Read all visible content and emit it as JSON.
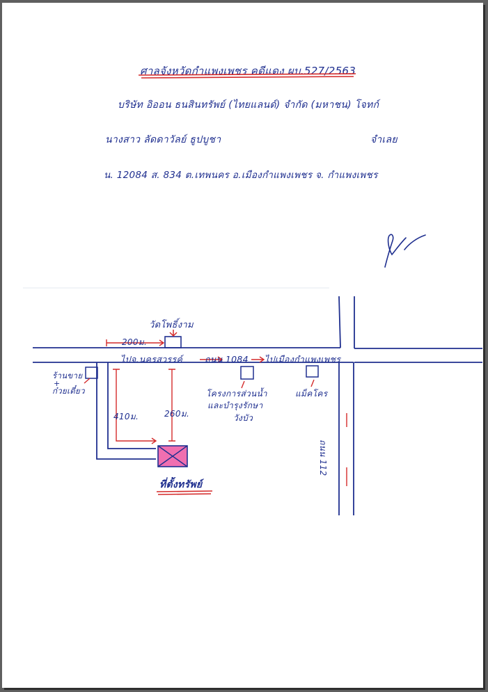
{
  "header": {
    "court_line": "ศาลจังหวัดกำแพงเพชร คดีแดง ผบ.527/2563",
    "plaintiff_line": "บริษัท อิออน ธนสินทรัพย์ (ไทยแลนด์) จำกัด (มหาชน) โจทก์",
    "defendant_name": "นางสาว ลัดดาวัลย์ ธูปบูชา",
    "defendant_role": "จำเลย",
    "deed_line": "น. 12084 ส. 834 ต.เทพนคร อ.เมืองกำแพงเพชร จ. กำแพงเพชร"
  },
  "map": {
    "temple": "วัดโพธิ์งาม",
    "temple_distance": "200ม.",
    "road_left": "ไปจ.นครสวรรค์",
    "road_name": "ถนน 1084",
    "road_right": "ไปเมืองกำแพงเพชร",
    "shop_line1": "ร้านขาย",
    "shop_line2": "ก๋วยเตี๋ยว",
    "shop_plus": "+",
    "factory_line1": "โครงการส่วนน้ำ",
    "factory_line2": "และบำรุงรักษา",
    "factory_line3": "วังบัว",
    "makro": "แม็คโคร",
    "dist_left": "410ม.",
    "dist_mid": "260ม.",
    "side_road": "ถนน 112",
    "property_label": "ที่ตั้งทรัพย์"
  },
  "colors": {
    "ink_blue": "#1f2f8f",
    "ink_red": "#d42a2a",
    "property_fill": "#f06fb0"
  }
}
